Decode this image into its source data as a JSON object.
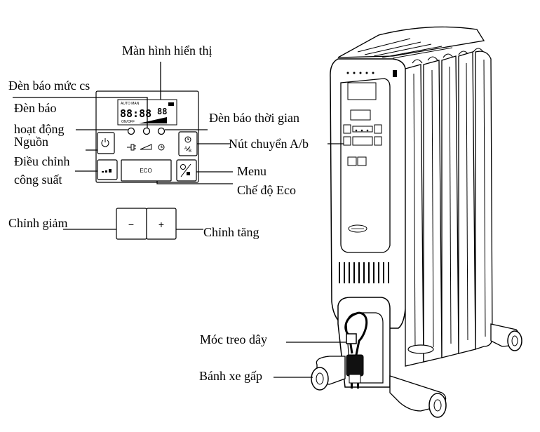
{
  "labels": {
    "display": "Màn hình hiển thị",
    "power_level_indicator": "Đèn báo mức cs",
    "operating_indicator_line1": "Đèn báo",
    "operating_indicator_line2": "hoạt động",
    "power": "Nguồn",
    "power_adjust_line1": "Điều chỉnh",
    "power_adjust_line2": "công suất",
    "time_indicator": "Đèn báo thời gian",
    "mode_switch": "Nút chuyển A/b",
    "menu": "Menu",
    "eco_mode": "Chế độ Eco",
    "decrease": "Chỉnh giảm",
    "increase": "Chỉnh tăng",
    "cord_hook": "Móc treo dây",
    "folding_wheels": "Bánh xe gấp"
  },
  "panel": {
    "lcd_digits_left": "88:88",
    "lcd_digits_right": "88",
    "lcd_onoff": "ON/OFF",
    "lcd_top_legend": "AUTO MAN",
    "eco_button": "ECO",
    "minus": "−",
    "plus": "+",
    "ab_a": "A",
    "ab_b": "B"
  },
  "icons": {
    "power": "power-icon",
    "power_level": "power-level-icon",
    "plug": "plug-icon",
    "ramp": "ramp-icon",
    "clock": "clock-icon",
    "mode_switch": "clock-ab-icon",
    "menu": "menu-slash-icon"
  }
}
